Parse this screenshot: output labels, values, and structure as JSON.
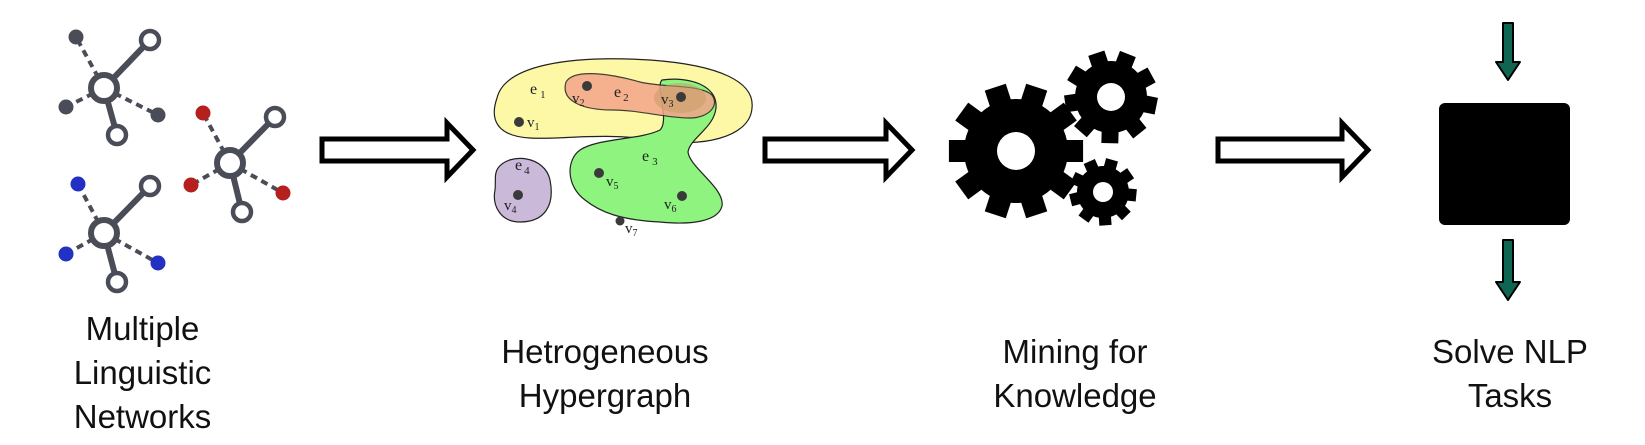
{
  "stages": [
    {
      "caption_lines": [
        "Multiple",
        "Linguistic",
        "Networks"
      ]
    },
    {
      "caption_lines": [
        "Hetrogeneous",
        "Hypergraph"
      ]
    },
    {
      "caption_lines": [
        "Mining for",
        "Knowledge"
      ]
    },
    {
      "caption_lines": [
        "Solve NLP",
        "Tasks"
      ]
    }
  ],
  "hypergraph": {
    "edges": [
      {
        "label": "e",
        "sub": "1",
        "color": "#fdf8a6"
      },
      {
        "label": "e",
        "sub": "2",
        "color": "#f4a48a"
      },
      {
        "label": "e",
        "sub": "3",
        "color": "#8ef47f"
      },
      {
        "label": "e",
        "sub": "4",
        "color": "#cbb9d9"
      }
    ],
    "vertices": [
      {
        "label": "v",
        "sub": "1"
      },
      {
        "label": "v",
        "sub": "2"
      },
      {
        "label": "v",
        "sub": "3"
      },
      {
        "label": "v",
        "sub": "4"
      },
      {
        "label": "v",
        "sub": "5"
      },
      {
        "label": "v",
        "sub": "6"
      },
      {
        "label": "v",
        "sub": "7"
      }
    ]
  },
  "colors": {
    "network_edge": "#4a4d57",
    "network_node_gray": "#4a4d57",
    "network_node_red": "#b5201f",
    "network_node_blue": "#2330c4",
    "gear": "#000000",
    "black_box": "#000000",
    "io_arrow": "#0e6652",
    "flow_arrow_stroke": "#000000"
  },
  "icons": {
    "networks": "network-graph-icon",
    "hypergraph": "hypergraph-icon",
    "mining": "gears-icon",
    "tasks": "black-box-icon",
    "flow": "right-arrow-icon",
    "io": "down-arrow-icon"
  }
}
